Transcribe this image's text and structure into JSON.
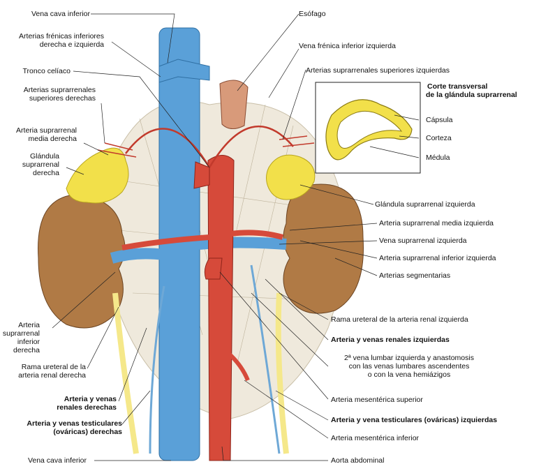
{
  "labels": {
    "vena_cava_inferior_top": "Vena cava inferior",
    "esofago": "Esófago",
    "arterias_frenicas": [
      "Arterias frénicas inferiores",
      "derecha e izquierda"
    ],
    "vena_frenica_izq": "Vena frénica inferior izquierda",
    "tronco_celiaco": "Tronco celíaco",
    "art_supra_sup_izq": "Arterias suprarrenales superiores izquierdas",
    "art_supra_sup_der": [
      "Arterias suprarrenales",
      "superiores derechas"
    ],
    "corte_title": [
      "Corte transversal",
      "de la glándula suprarrenal"
    ],
    "capsula": "Cápsula",
    "corteza": "Corteza",
    "medula": "Médula",
    "art_supra_media_der": [
      "Arteria suprarrenal",
      "media derecha"
    ],
    "glandula_der": [
      "Glándula",
      "suprarrenal",
      "derecha"
    ],
    "glandula_izq": "Glándula suprarrenal izquierda",
    "art_supra_media_izq": "Arteria suprarrenal media izquierda",
    "vena_supra_izq": "Vena suprarrenal izquierda",
    "art_supra_inf_izq": "Arteria suprarrenal inferior izquierda",
    "art_segmentarias": "Arterias segmentarias",
    "rama_ureteral_izq": "Rama ureteral de la arteria renal izquierda",
    "art_venas_renales_izq": "Arteria y venas renales izquierdas",
    "vena_lumbar": [
      "2ª vena lumbar izquierda y anastomosis",
      "con las venas lumbares ascendentes",
      "o con la vena hemiázigos"
    ],
    "art_supra_inf_der": [
      "Arteria",
      "suprarrenal",
      "inferior",
      "derecha"
    ],
    "rama_ureteral_der": [
      "Rama ureteral de la",
      "arteria renal derecha"
    ],
    "art_venas_renales_der": [
      "Arteria y venas",
      "renales derechas"
    ],
    "art_mesenterica_sup": "Arteria mesentérica superior",
    "art_venas_testic_der": [
      "Arteria y venas testiculares",
      "(ováricas) derechas"
    ],
    "art_vena_testic_izq": "Arteria y vena testiculares (ováricas) izquierdas",
    "art_mesenterica_inf": "Arteria mesentérica inferior",
    "vena_cava_inferior_bottom": "Vena cava inferior",
    "aorta_abdominal": "Aorta abdominal"
  },
  "colors": {
    "vein": "#5aa0d8",
    "artery": "#d64a3a",
    "kidney": "#b07a45",
    "gland": "#f2e04a",
    "ureter": "#f5e88a",
    "fascia": "#d8d2c4"
  }
}
